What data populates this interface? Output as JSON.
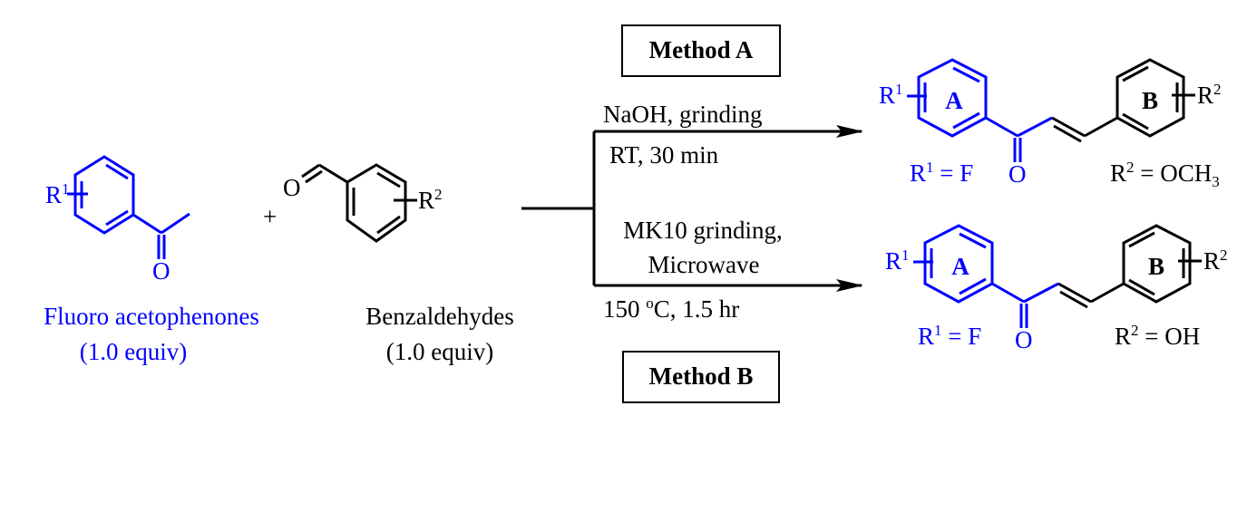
{
  "colors": {
    "reactant_a": "#0000ff",
    "default": "#000000"
  },
  "reactant1": {
    "substituent": "R",
    "sub_index": "1",
    "oxygen": "O",
    "name": "Fluoro acetophenones",
    "equiv": "(1.0 equiv)"
  },
  "plus": "+",
  "reactant2": {
    "substituent": "R",
    "sub_index": "2",
    "oxygen": "O",
    "name": "Benzaldehydes",
    "equiv": "(1.0 equiv)"
  },
  "method_a": {
    "label": "Method A",
    "line1": "NaOH, grinding",
    "line2": "RT, 30 min"
  },
  "method_b": {
    "label": "Method B",
    "line1": "MK10 grinding,",
    "line2": "Microwave",
    "line3_pre": "150 ",
    "line3_deg": "o",
    "line3_post": "C, 1.5 hr"
  },
  "product_a": {
    "ring_a": "A",
    "ring_b": "B",
    "r1": "R",
    "r1_index": "1",
    "r2": "R",
    "r2_index": "2",
    "oxygen": "O",
    "r1_def": " = F",
    "r2_def": " = OCH",
    "r2_def_sub": "3"
  },
  "product_b": {
    "ring_a": "A",
    "ring_b": "B",
    "r1": "R",
    "r1_index": "1",
    "r2": "R",
    "r2_index": "2",
    "oxygen": "O",
    "r1_def": " = F",
    "r2_def": " = OH"
  }
}
